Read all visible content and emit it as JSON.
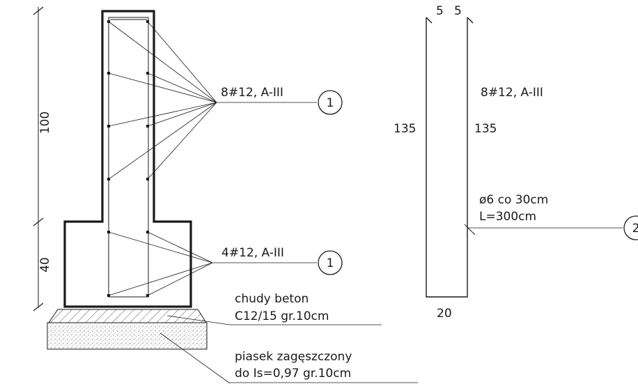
{
  "colors": {
    "ink": "#1a1a1a",
    "hatch": "#555555",
    "sand": "#8a8a8a",
    "background": "#ffffff"
  },
  "left_section": {
    "dim_wall": "100",
    "dim_footing": "40",
    "rebar_upper": {
      "label": "8#12, A-III",
      "mark": "1"
    },
    "rebar_lower": {
      "label": "4#12, A-III",
      "mark": "1"
    },
    "lean_concrete": {
      "line1": "chudy beton",
      "line2": "C12/15 gr.10cm"
    },
    "sand_layer": {
      "line1": "piasek zagęszczony",
      "line2": "do Is=0,97 gr.10cm"
    }
  },
  "right_detail": {
    "hook_left": "5",
    "hook_right": "5",
    "rebar_label": "8#12, A-III",
    "length_left": "135",
    "length_right": "135",
    "stirrup": {
      "line1": "ø6 co 30cm",
      "line2": "L=300cm",
      "mark": "2"
    },
    "width": "20"
  }
}
